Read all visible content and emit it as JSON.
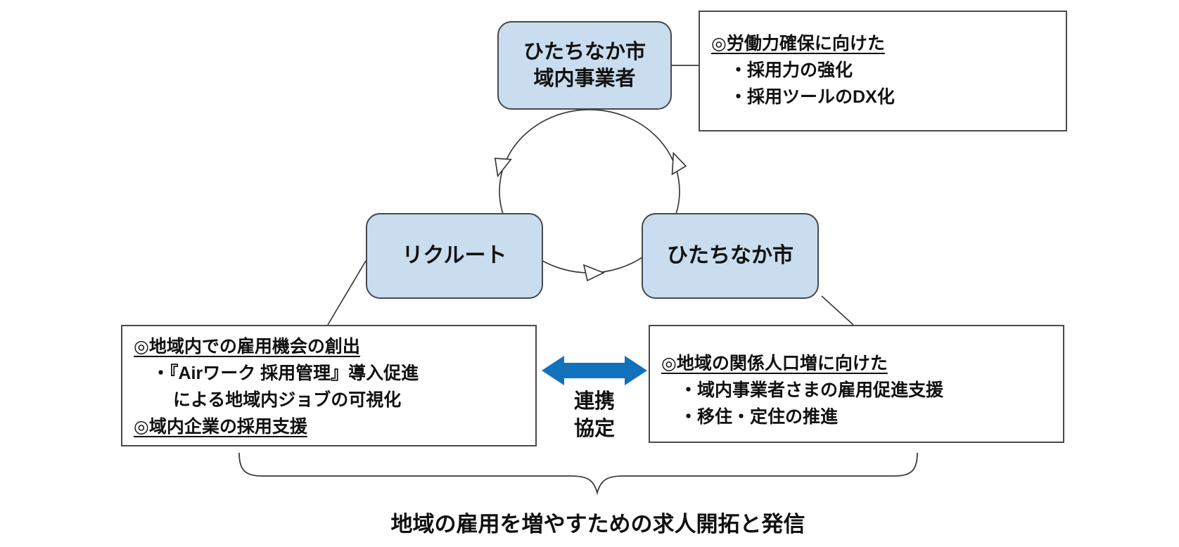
{
  "colors": {
    "node_fill": "#c9ddef",
    "node_border": "#44484f",
    "box_border": "#4a4a4a",
    "line": "#3b3b3b",
    "arrow_blue": "#1271bd",
    "text": "#111111"
  },
  "nodes": {
    "business": {
      "line1": "ひたちなか市",
      "line2": "域内事業者"
    },
    "recruit": {
      "label": "リクルート"
    },
    "city": {
      "label": "ひたちなか市"
    }
  },
  "annotations": {
    "business_box": {
      "heading": "◎労働力確保に向けた",
      "items": [
        "・採用力の強化",
        "・採用ツールのDX化"
      ]
    },
    "recruit_box": {
      "heading1": "◎地域内での雇用機会の創出",
      "item1_line1": "・『Airワーク 採用管理』導入促進",
      "item1_line2": "による地域内ジョブの可視化",
      "heading2": "◎域内企業の採用支援"
    },
    "city_box": {
      "heading": "◎地域の関係人口増に向けた",
      "items": [
        "・域内事業者さまの雇用促進支援",
        "・移住・定住の推進"
      ]
    }
  },
  "partnership": {
    "line1": "連携",
    "line2": "協定"
  },
  "footer": {
    "caption": "地域の雇用を増やすための求人開拓と発信"
  }
}
